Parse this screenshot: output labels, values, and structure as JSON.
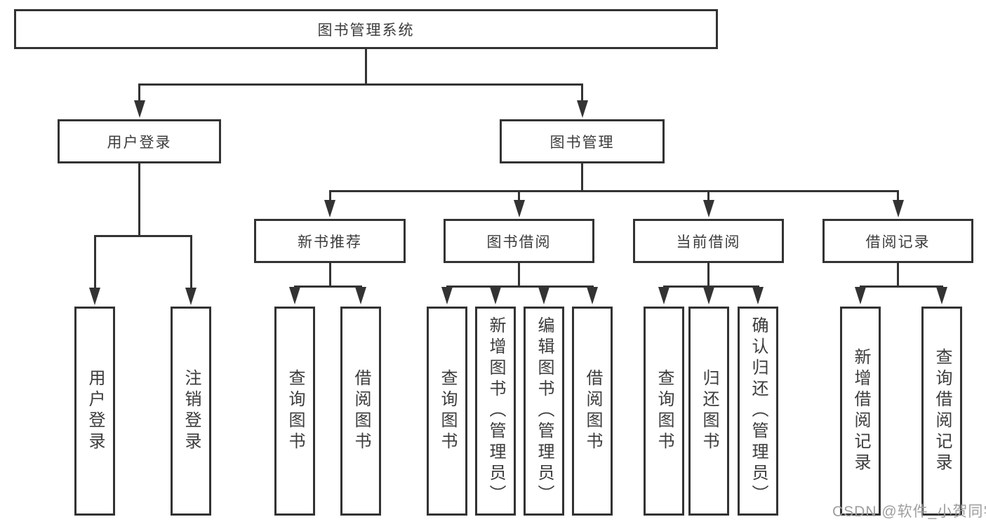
{
  "diagram": {
    "type": "hierarchy-tree",
    "root": "图书管理系统",
    "branches": [
      {
        "label": "用户登录",
        "children": [
          "用户登录",
          "注销登录"
        ]
      },
      {
        "label": "图书管理",
        "groups": [
          {
            "label": "新书推荐",
            "children": [
              "查询图书",
              "借阅图书"
            ]
          },
          {
            "label": "图书借阅",
            "children": [
              "查询图书",
              "新增图书（管理员）",
              "编辑图书（管理员）",
              "借阅图书"
            ]
          },
          {
            "label": "当前借阅",
            "children": [
              "查询图书",
              "归还图书",
              "确认归还（管理员）"
            ]
          },
          {
            "label": "借阅记录",
            "children": [
              "新增借阅记录",
              "查询借阅记录"
            ]
          }
        ]
      }
    ]
  },
  "watermark": "CSDN @软件_小贺同学",
  "colors": {
    "line": "#333333",
    "text": "#3c3c3c",
    "watermark": "#9e9e9e",
    "background": "#ffffff"
  }
}
